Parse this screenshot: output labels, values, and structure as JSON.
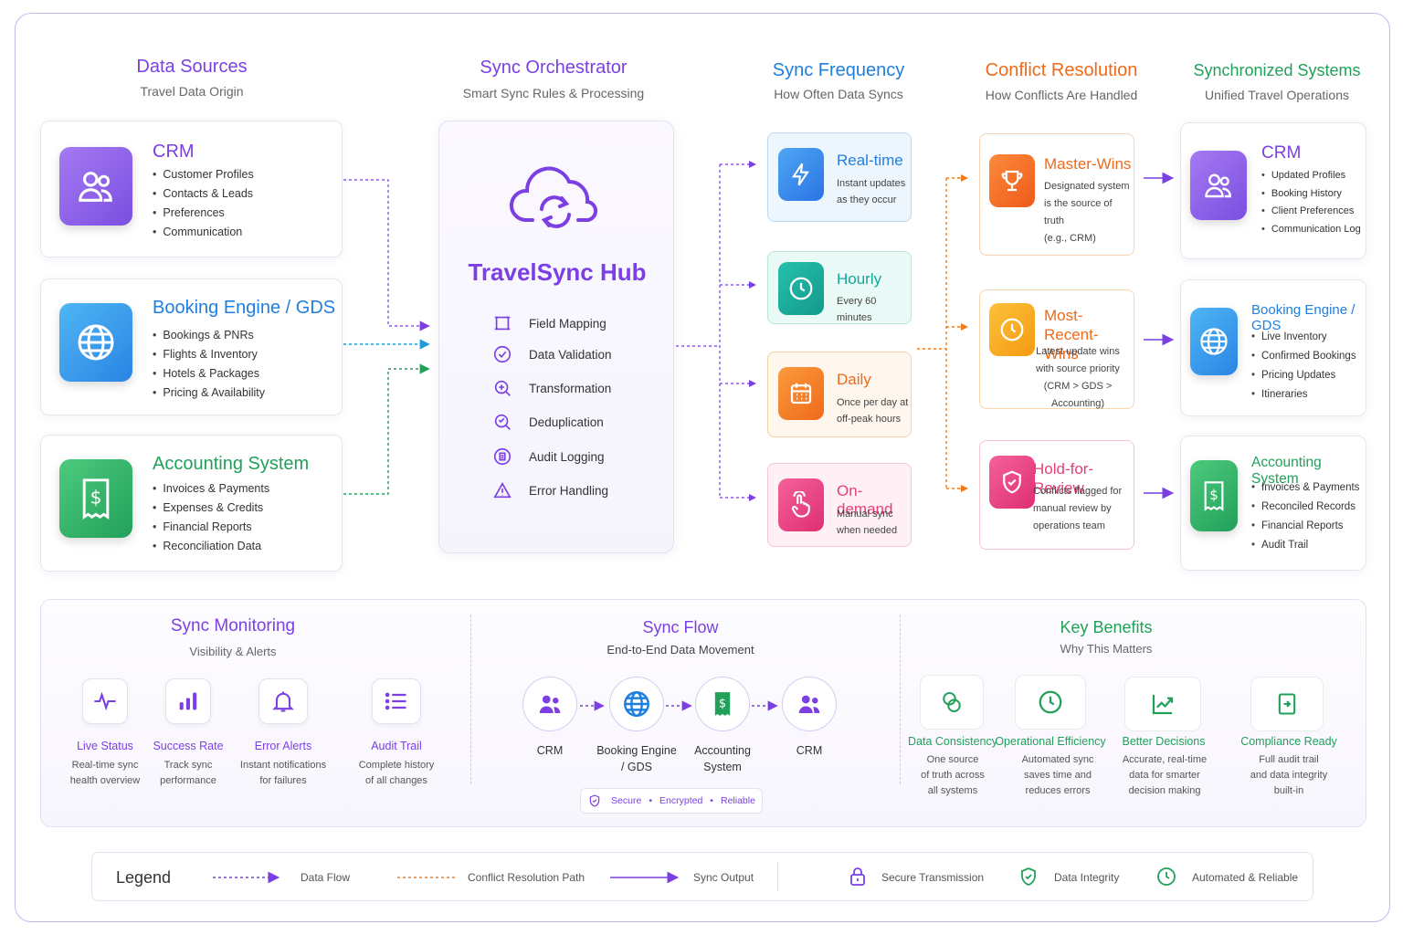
{
  "columns": {
    "sources": {
      "title": "Data Sources",
      "sub": "Travel Data Origin"
    },
    "orchestrator": {
      "title": "Sync Orchestrator",
      "sub": "Smart Sync Rules & Processing"
    },
    "frequency": {
      "title": "Sync Frequency",
      "sub": "How Often Data Syncs"
    },
    "conflict": {
      "title": "Conflict Resolution",
      "sub": "How Conflicts Are Handled"
    },
    "synced": {
      "title": "Synchronized Systems",
      "sub": "Unified Travel Operations"
    }
  },
  "sources": [
    {
      "title": "CRM",
      "items": [
        "Customer Profiles",
        "Contacts & Leads",
        "Preferences",
        "Communication"
      ]
    },
    {
      "title": "Booking Engine / GDS",
      "items": [
        "Bookings & PNRs",
        "Flights & Inventory",
        "Hotels & Packages",
        "Pricing & Availability"
      ]
    },
    {
      "title": "Accounting System",
      "items": [
        "Invoices & Payments",
        "Expenses & Credits",
        "Financial Reports",
        "Reconciliation Data"
      ]
    }
  ],
  "hub": {
    "title": "TravelSync Hub",
    "items": [
      "Field Mapping",
      "Data Validation",
      "Transformation",
      "Deduplication",
      "Audit Logging",
      "Error Handling"
    ]
  },
  "frequency": [
    {
      "title": "Real-time",
      "desc": "Instant updates as they occur"
    },
    {
      "title": "Hourly",
      "desc": "Every 60 minutes"
    },
    {
      "title": "Daily",
      "desc": "Once per day at off-peak hours"
    },
    {
      "title": "On-demand",
      "desc": "Manual sync when needed"
    }
  ],
  "conflict": [
    {
      "title": "Master-Wins",
      "desc": [
        "Designated system",
        "is the source of truth",
        "(e.g., CRM)"
      ]
    },
    {
      "title_1": "Most-Recent-",
      "title_2": "Wins",
      "desc": [
        "Latest update wins",
        "with source priority",
        "(CRM > GDS > Accounting)"
      ]
    },
    {
      "title": "Hold-for-Review",
      "desc": [
        "Conflicts flagged for",
        "manual review by",
        "operations team"
      ]
    }
  ],
  "synced": [
    {
      "title": "CRM",
      "items": [
        "Updated Profiles",
        "Booking History",
        "Client Preferences",
        "Communication Log"
      ]
    },
    {
      "title": "Booking Engine / GDS",
      "items": [
        "Live Inventory",
        "Confirmed Bookings",
        "Pricing Updates",
        "Itineraries"
      ]
    },
    {
      "title": "Accounting System",
      "items": [
        "Invoices & Payments",
        "Reconciled Records",
        "Financial Reports",
        "Audit Trail"
      ]
    }
  ],
  "monitoring": {
    "title": "Sync Monitoring",
    "sub": "Visibility & Alerts",
    "items": [
      {
        "title": "Live Status",
        "desc": [
          "Real-time sync",
          "health overview"
        ]
      },
      {
        "title": "Success Rate",
        "desc": [
          "Track sync",
          "performance"
        ]
      },
      {
        "title": "Error Alerts",
        "desc": [
          "Instant notifications",
          "for failures"
        ]
      },
      {
        "title": "Audit Trail",
        "desc": [
          "Complete history",
          "of all changes"
        ]
      }
    ]
  },
  "flow": {
    "title": "Sync Flow",
    "sub": "End-to-End Data Movement",
    "nodes": [
      {
        "label_1": "CRM",
        "label_2": ""
      },
      {
        "label_1": "Booking Engine",
        "label_2": "/ GDS"
      },
      {
        "label_1": "Accounting",
        "label_2": "System"
      },
      {
        "label_1": "CRM",
        "label_2": ""
      }
    ],
    "badge": {
      "secure": "Secure",
      "encrypted": "Encrypted",
      "reliable": "Reliable"
    }
  },
  "benefits": {
    "title": "Key Benefits",
    "sub": "Why This Matters",
    "items": [
      {
        "title": "Data Consistency",
        "desc": [
          "One source",
          "of truth across",
          "all systems"
        ]
      },
      {
        "title": "Operational Efficiency",
        "desc": [
          "Automated sync",
          "saves time and",
          "reduces errors"
        ]
      },
      {
        "title": "Better Decisions",
        "desc": [
          "Accurate, real-time",
          "data for smarter",
          "decision making"
        ]
      },
      {
        "title": "Compliance Ready",
        "desc": [
          "Full audit trail",
          "and data integrity",
          "built-in"
        ]
      }
    ]
  },
  "legend": {
    "title": "Legend",
    "data_flow": "Data Flow",
    "conflict_path": "Conflict Resolution Path",
    "sync_output": "Sync Output",
    "secure": "Secure Transmission",
    "integrity": "Data Integrity",
    "automated": "Automated & Reliable"
  },
  "colors": {
    "purple": "#7b3fe4",
    "blue": "#1f7fe0",
    "green": "#22a05a",
    "orange": "#ef6a1a",
    "pink": "#e83d7c",
    "teal": "#14a79a"
  }
}
